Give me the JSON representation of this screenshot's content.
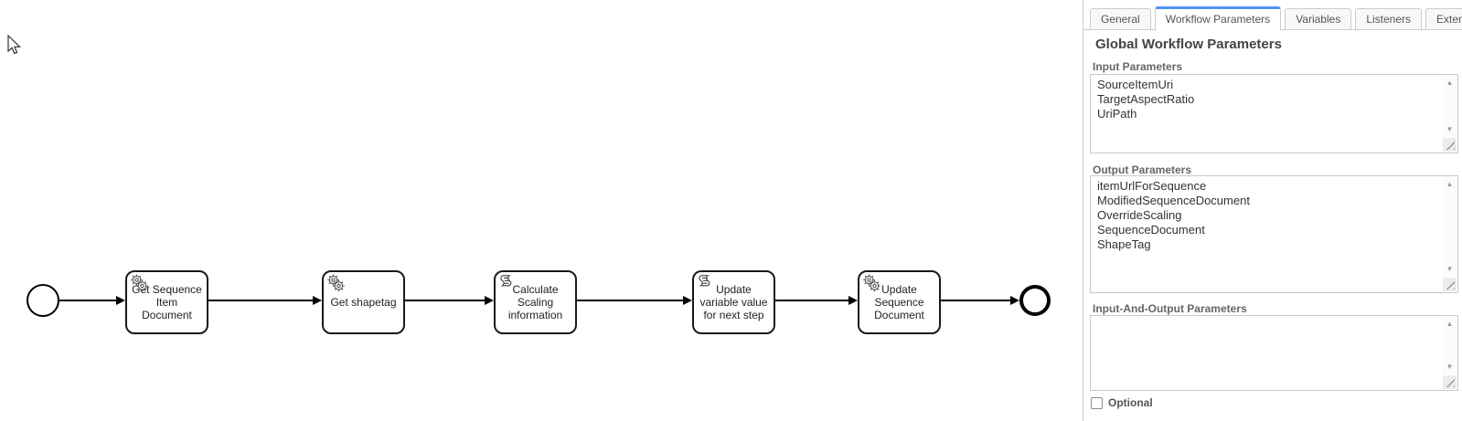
{
  "diagram": {
    "tasks": [
      {
        "label": "Get Sequence Item Document",
        "icon": "service-task-icon"
      },
      {
        "label": "Get shapetag",
        "icon": "service-task-icon"
      },
      {
        "label": "Calculate Scaling information",
        "icon": "script-task-icon"
      },
      {
        "label": "Update variable value for next step",
        "icon": "script-task-icon"
      },
      {
        "label": "Update Sequence Document",
        "icon": "service-task-icon"
      }
    ]
  },
  "panel": {
    "tabs": [
      {
        "label": "General",
        "active": false
      },
      {
        "label": "Workflow Parameters",
        "active": true
      },
      {
        "label": "Variables",
        "active": false
      },
      {
        "label": "Listeners",
        "active": false
      },
      {
        "label": "Extensions",
        "active": false
      }
    ],
    "heading": "Global Workflow Parameters",
    "input_parameters": {
      "label": "Input Parameters",
      "value": "SourceItemUri\nTargetAspectRatio\nUriPath"
    },
    "output_parameters": {
      "label": "Output Parameters",
      "value": "itemUrlForSequence\nModifiedSequenceDocument\nOverrideScaling\nSequenceDocument\nShapeTag"
    },
    "input_and_output_parameters": {
      "label": "Input-And-Output Parameters",
      "value": ""
    },
    "optional_checkbox": {
      "label": "Optional",
      "checked": false
    }
  },
  "colors": {
    "active_tab_accent": "#5591f5",
    "task_border": "#1a1a1a",
    "panel_border": "#cccccc"
  }
}
